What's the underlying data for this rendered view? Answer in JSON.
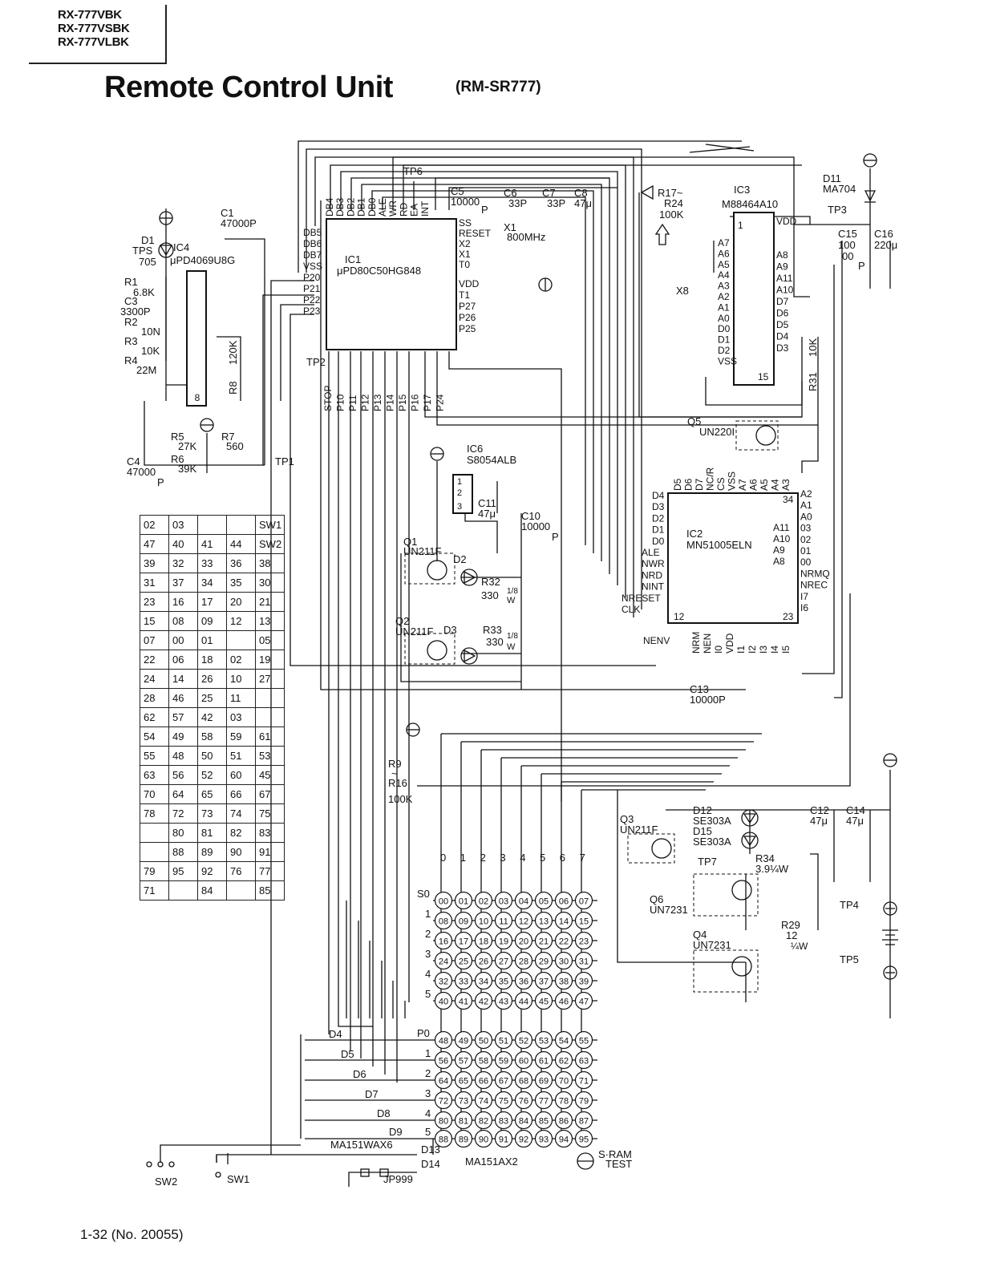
{
  "header": {
    "models": [
      "RX-777VBK",
      "RX-777VSBK",
      "RX-777VLBK"
    ],
    "title": "Remote Control Unit",
    "subtitle": "(RM-SR777)"
  },
  "footer": "1-32 (No. 20055)",
  "ics": {
    "ic1": {
      "ref": "IC1",
      "part": "μPD80C50HG848",
      "pins_top": [
        "DB4",
        "DB3",
        "DB2",
        "DB1",
        "DB0",
        "ALE",
        "WR",
        "RD",
        "EA",
        "INT"
      ],
      "pins_left": [
        "DB5",
        "DB6",
        "DB7",
        "VSS",
        "P20",
        "P21",
        "P22",
        "P23"
      ],
      "pins_right": [
        "SS",
        "RESET",
        "X2",
        "X1",
        "T0",
        "VDD",
        "T1",
        "P27",
        "P26",
        "P25"
      ],
      "pins_bottom": [
        "STOP",
        "P10",
        "P11",
        "P12",
        "P13",
        "P14",
        "P15",
        "P16",
        "P17",
        "P24"
      ]
    },
    "ic2": {
      "ref": "IC2",
      "part": "MN51005ELN",
      "pins_top": [
        "D5",
        "D6",
        "D7",
        "NC/R",
        "CS",
        "VSS",
        "A7",
        "A6",
        "A5",
        "A4",
        "A3"
      ],
      "pins_left": [
        "D4",
        "D3",
        "D2",
        "D1",
        "D0",
        "ALE",
        "NWR",
        "NRD",
        "NINT",
        "NRESET",
        "CLK"
      ],
      "pins_right": [
        "A2",
        "A1",
        "A0",
        "03",
        "02",
        "01",
        "00",
        "NRMQ",
        "NREC",
        "I7",
        "I6"
      ],
      "right_inner": [
        "A11",
        "A10",
        "A9",
        "A8"
      ],
      "pins_bottom": [
        "NENV",
        "NRM",
        "NEN",
        "I0",
        "VDD",
        "I1",
        "I2",
        "I3",
        "I4",
        "I5"
      ],
      "pin_numbers": [
        "34",
        "12",
        "23"
      ]
    },
    "ic3": {
      "ref": "IC3",
      "part": "M88464A10",
      "pins_left": [
        "A7",
        "A6",
        "A5",
        "A4",
        "A3",
        "A2",
        "A1",
        "A0",
        "D0",
        "D1",
        "D2",
        "VSS"
      ],
      "pins_right": [
        "VDD",
        "A8",
        "A9",
        "A11",
        "A10",
        "D7",
        "D6",
        "D5",
        "D4",
        "D3"
      ],
      "pin_numbers": [
        "1",
        "15"
      ]
    },
    "ic4": {
      "ref": "IC4",
      "part": "μPD4069U8G",
      "pin": "8"
    },
    "ic6": {
      "ref": "IC6",
      "part": "S8054ALB",
      "pins": [
        "1",
        "2",
        "3"
      ]
    }
  },
  "components": {
    "c1": [
      "C1",
      "47000P"
    ],
    "d1": [
      "D1",
      "TPS",
      "705"
    ],
    "r1": [
      "R1",
      "6.8K"
    ],
    "c3": [
      "C3",
      "3300P"
    ],
    "r2": [
      "R2",
      "10N"
    ],
    "r3": [
      "R3",
      "10K"
    ],
    "r4": [
      "R4",
      "22M"
    ],
    "r8": [
      "R8",
      "120K"
    ],
    "r5": [
      "R5",
      "27K"
    ],
    "r7": [
      "R7",
      "560"
    ],
    "r6": [
      "R6",
      "39K"
    ],
    "c4": [
      "C4",
      "47000",
      "P"
    ],
    "tp1": "TP1",
    "tp2": "TP2",
    "tp6": "TP6",
    "c5": [
      "C5",
      "10000",
      "P"
    ],
    "c6": [
      "C6",
      "33P"
    ],
    "c7": [
      "C7",
      "33P"
    ],
    "c8": [
      "C8",
      "47μ"
    ],
    "x1": [
      "X1",
      "800MHz"
    ],
    "r17": [
      "R17~",
      "R24",
      "100K"
    ],
    "x8": "X8",
    "d11": [
      "D11",
      "MA704"
    ],
    "tp3": "TP3",
    "c15": [
      "C15",
      "100",
      "00"
    ],
    "c16": [
      "C16",
      "220μ",
      "P"
    ],
    "r31": [
      "R31",
      "10K"
    ],
    "q5": [
      "Q5",
      "UN220I"
    ],
    "c11": [
      "C11",
      "47μ"
    ],
    "c10": [
      "C10",
      "10000",
      "P"
    ],
    "q1": [
      "Q1",
      "UN211F"
    ],
    "d2": "D2",
    "r32": [
      "R32",
      "330",
      "1/8",
      "W"
    ],
    "q2": [
      "Q2",
      "UN211F"
    ],
    "d3": "D3",
    "r33": [
      "R33",
      "330",
      "1/8",
      "W"
    ],
    "c13": [
      "C13",
      "10000P"
    ],
    "r9": [
      "R9",
      "~",
      "R16",
      "100K"
    ],
    "q3": [
      "Q3",
      "UN211F"
    ],
    "d12": [
      "D12",
      "SE303A"
    ],
    "d15": [
      "D15",
      "SE303A"
    ],
    "r34": [
      "R34",
      "3.9¼W"
    ],
    "tp7": "TP7",
    "q6": [
      "Q6",
      "UN7231"
    ],
    "c12": [
      "C12",
      "47μ"
    ],
    "c14": [
      "C14",
      "47μ"
    ],
    "tp4": "TP4",
    "r29": [
      "R29",
      "12",
      "¼W"
    ],
    "q4": [
      "Q4",
      "UN7231"
    ],
    "tp5": "TP5",
    "diodes": [
      "D4",
      "D5",
      "D6",
      "D7",
      "D8",
      "D9"
    ],
    "ma151wax6": "MA151WAX6",
    "d13": "D13",
    "d14": "D14",
    "jp999": "JP999",
    "ma151ax2": "MA151AX2",
    "sram": [
      "S·RAM",
      "TEST"
    ],
    "sw1": "SW1",
    "sw2": "SW2",
    "x1_label": "X1"
  },
  "keymatrix": {
    "columns": [
      "0",
      "1",
      "2",
      "3",
      "4",
      "5",
      "6",
      "7"
    ],
    "rows": [
      "S0",
      "1",
      "2",
      "3",
      "4",
      "5",
      "P0",
      "1",
      "2",
      "3",
      "4",
      "5"
    ],
    "keys": [
      [
        "00",
        "01",
        "02",
        "03",
        "04",
        "05",
        "06",
        "07"
      ],
      [
        "08",
        "09",
        "10",
        "11",
        "12",
        "13",
        "14",
        "15"
      ],
      [
        "16",
        "17",
        "18",
        "19",
        "20",
        "21",
        "22",
        "23"
      ],
      [
        "24",
        "25",
        "26",
        "27",
        "28",
        "29",
        "30",
        "31"
      ],
      [
        "32",
        "33",
        "34",
        "35",
        "36",
        "37",
        "38",
        "39"
      ],
      [
        "40",
        "41",
        "42",
        "43",
        "44",
        "45",
        "46",
        "47"
      ],
      [
        "48",
        "49",
        "50",
        "51",
        "52",
        "53",
        "54",
        "55"
      ],
      [
        "56",
        "57",
        "58",
        "59",
        "60",
        "61",
        "62",
        "63"
      ],
      [
        "64",
        "65",
        "66",
        "67",
        "68",
        "69",
        "70",
        "71"
      ],
      [
        "72",
        "73",
        "74",
        "75",
        "76",
        "77",
        "78",
        "79"
      ],
      [
        "80",
        "81",
        "82",
        "83",
        "84",
        "85",
        "86",
        "87"
      ],
      [
        "88",
        "89",
        "90",
        "91",
        "92",
        "93",
        "94",
        "95"
      ]
    ]
  },
  "keymap_table": [
    [
      "02",
      "03",
      "",
      "",
      "SW1"
    ],
    [
      "47",
      "40",
      "41",
      "44",
      "SW2"
    ],
    [
      "39",
      "32",
      "33",
      "36",
      "38"
    ],
    [
      "31",
      "37",
      "34",
      "35",
      "30"
    ],
    [
      "23",
      "16",
      "17",
      "20",
      "21"
    ],
    [
      "15",
      "08",
      "09",
      "12",
      "13"
    ],
    [
      "07",
      "00",
      "01",
      "",
      "05"
    ],
    [
      "22",
      "06",
      "18",
      "02",
      "19"
    ],
    [
      "24",
      "14",
      "26",
      "10",
      "27"
    ],
    [
      "28",
      "46",
      "25",
      "11",
      ""
    ],
    [
      "62",
      "57",
      "42",
      "03",
      ""
    ],
    [
      "54",
      "49",
      "58",
      "59",
      "61"
    ],
    [
      "55",
      "48",
      "50",
      "51",
      "53"
    ],
    [
      "63",
      "56",
      "52",
      "60",
      "45"
    ],
    [
      "70",
      "64",
      "65",
      "66",
      "67"
    ],
    [
      "78",
      "72",
      "73",
      "74",
      "75"
    ],
    [
      "",
      "80",
      "81",
      "82",
      "83"
    ],
    [
      "",
      "88",
      "89",
      "90",
      "91"
    ],
    [
      "79",
      "95",
      "92",
      "76",
      "77"
    ],
    [
      "71",
      "",
      "84",
      "",
      "85"
    ]
  ]
}
